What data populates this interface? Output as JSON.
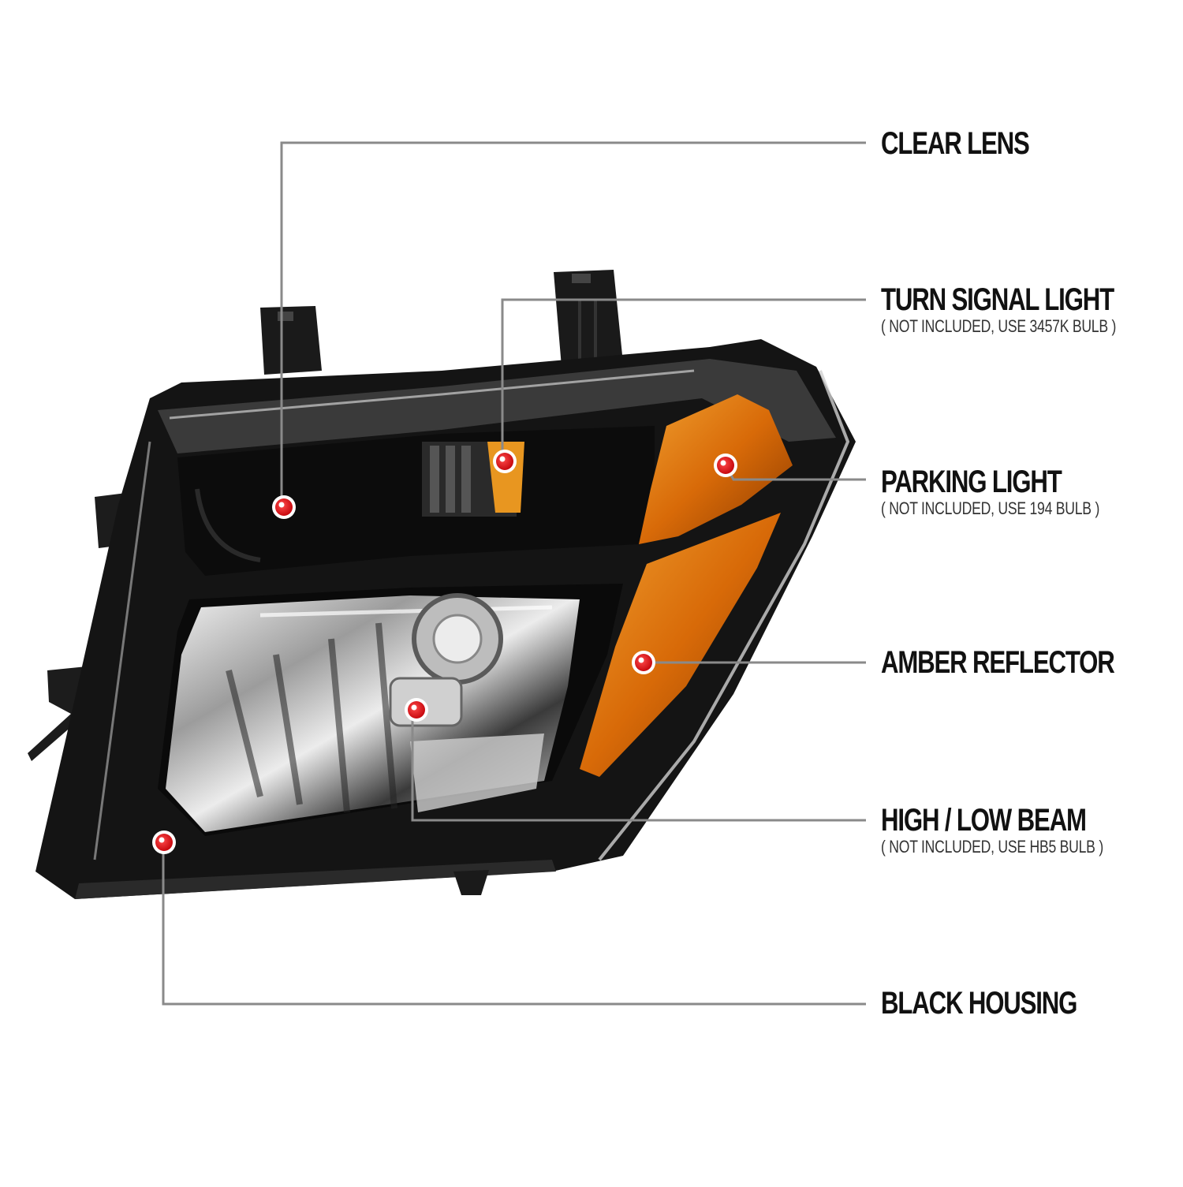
{
  "callouts": [
    {
      "title": "CLEAR LENS",
      "note": ""
    },
    {
      "title": "TURN SIGNAL LIGHT",
      "note": "( NOT INCLUDED, USE  3457K  BULB )"
    },
    {
      "title": "PARKING LIGHT",
      "note": "( NOT INCLUDED, USE  194  BULB )"
    },
    {
      "title": "AMBER REFLECTOR",
      "note": ""
    },
    {
      "title": "HIGH / LOW BEAM",
      "note": "( NOT INCLUDED, USE  HB5  BULB )"
    },
    {
      "title": "BLACK HOUSING",
      "note": ""
    }
  ],
  "colors": {
    "leader_start": "#8a8a8a",
    "leader_end": "#c4161c",
    "dot": "#e8141b",
    "housing": "#111111",
    "amber": "#e07a10"
  },
  "icons": {
    "callout_marker": "red-dot-icon"
  }
}
